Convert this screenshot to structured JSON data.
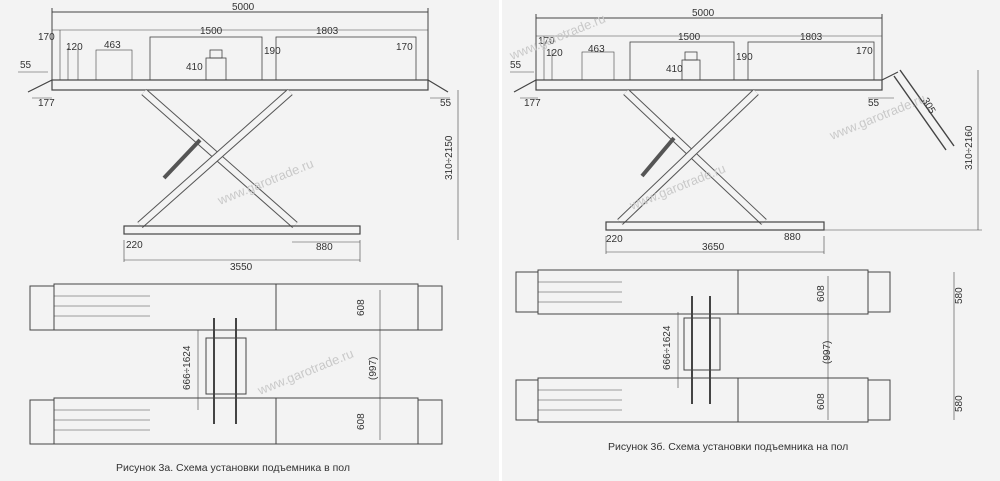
{
  "figure_a": {
    "caption": "Рисунок 3а. Схема установки подъемника в пол",
    "dims": {
      "total_length": "5000",
      "d170_left": "170",
      "d120": "120",
      "d463": "463",
      "d1500": "1500",
      "d1803": "1803",
      "d190": "190",
      "d170_right": "170",
      "d410": "410",
      "d55_left": "55",
      "d177": "177",
      "d55_right": "55",
      "height": "310÷2150",
      "d220": "220",
      "d880": "880",
      "base": "3550",
      "w608_top": "608",
      "w608_bottom": "608",
      "w997": "(997)",
      "range": "666÷1624"
    }
  },
  "figure_b": {
    "caption": "Рисунок 3б. Схема установки подъемника на пол",
    "dims": {
      "total_length": "5000",
      "d170_left": "170",
      "d120": "120",
      "d463": "463",
      "d1500": "1500",
      "d1803": "1803",
      "d190": "190",
      "d170_right": "170",
      "d410": "410",
      "d55_left": "55",
      "d177": "177",
      "d55_right": "55",
      "ramp": "305",
      "height": "310÷2160",
      "d220": "220",
      "d880": "880",
      "base": "3650",
      "w608_top": "608",
      "w608_bottom": "608",
      "w997": "(997)",
      "range": "666÷1624",
      "w580_top": "580",
      "w580_bottom": "580"
    }
  },
  "watermark": "www.garotrade.ru",
  "colors": {
    "background": "#f3f3f3",
    "line": "#444444",
    "text": "#333333",
    "watermark": "#c9c9c9"
  }
}
